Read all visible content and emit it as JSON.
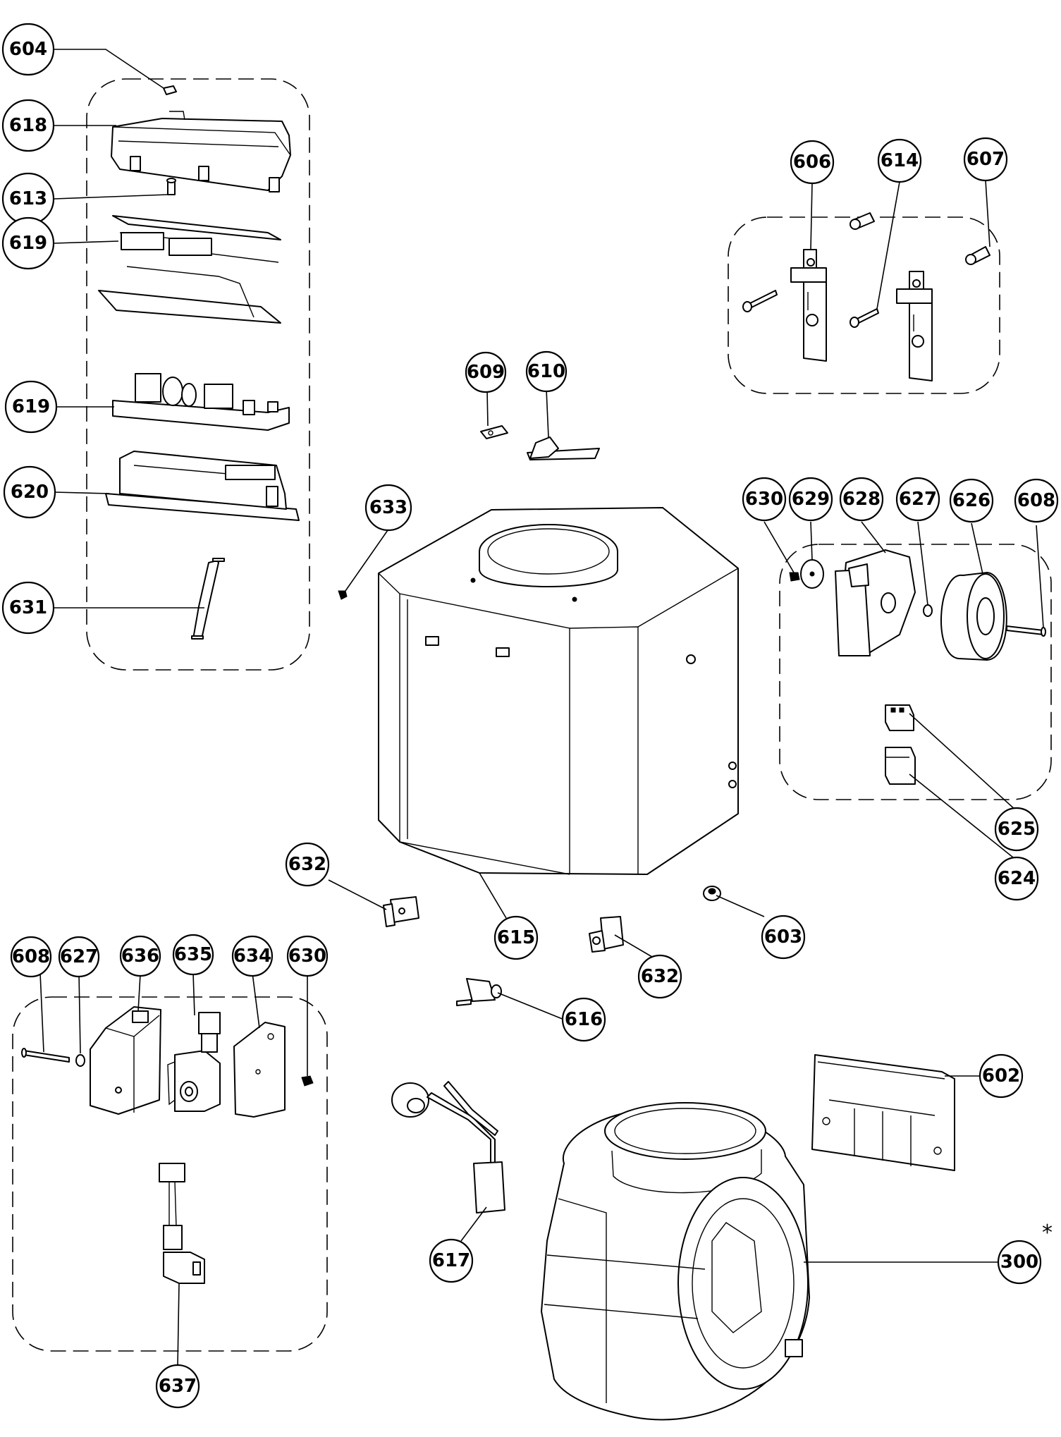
{
  "callouts": [
    {
      "id": "c604",
      "label": "604"
    },
    {
      "id": "c618",
      "label": "618"
    },
    {
      "id": "c613",
      "label": "613"
    },
    {
      "id": "c619a",
      "label": "619"
    },
    {
      "id": "c619b",
      "label": "619"
    },
    {
      "id": "c620",
      "label": "620"
    },
    {
      "id": "c631",
      "label": "631"
    },
    {
      "id": "c606",
      "label": "606"
    },
    {
      "id": "c614",
      "label": "614"
    },
    {
      "id": "c607",
      "label": "607"
    },
    {
      "id": "c609",
      "label": "609"
    },
    {
      "id": "c610",
      "label": "610"
    },
    {
      "id": "c633",
      "label": "633"
    },
    {
      "id": "c630a",
      "label": "630"
    },
    {
      "id": "c629",
      "label": "629"
    },
    {
      "id": "c628",
      "label": "628"
    },
    {
      "id": "c627a",
      "label": "627"
    },
    {
      "id": "c626",
      "label": "626"
    },
    {
      "id": "c608a",
      "label": "608"
    },
    {
      "id": "c625",
      "label": "625"
    },
    {
      "id": "c624",
      "label": "624"
    },
    {
      "id": "c632a",
      "label": "632"
    },
    {
      "id": "c615",
      "label": "615"
    },
    {
      "id": "c603",
      "label": "603"
    },
    {
      "id": "c632b",
      "label": "632"
    },
    {
      "id": "c608b",
      "label": "608"
    },
    {
      "id": "c627b",
      "label": "627"
    },
    {
      "id": "c636",
      "label": "636"
    },
    {
      "id": "c635",
      "label": "635"
    },
    {
      "id": "c634",
      "label": "634"
    },
    {
      "id": "c630b",
      "label": "630"
    },
    {
      "id": "c616",
      "label": "616"
    },
    {
      "id": "c602",
      "label": "602"
    },
    {
      "id": "c617",
      "label": "617"
    },
    {
      "id": "c300",
      "label": "300"
    },
    {
      "id": "c637",
      "label": "637"
    }
  ],
  "note_mark": "*"
}
